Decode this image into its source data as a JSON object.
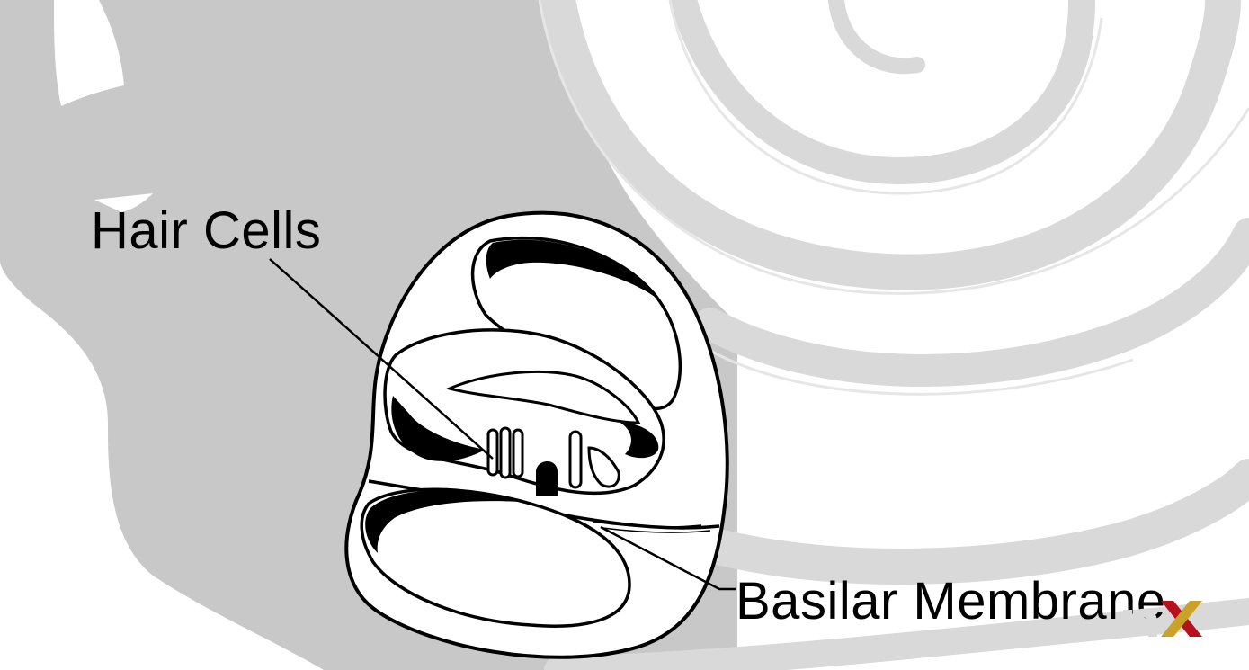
{
  "labels": {
    "hair_cells": "Hair Cells",
    "basilar_membrane": "Basilar Membrane"
  },
  "logo": {
    "name": "nx-logo",
    "colors": {
      "n": "#d9d9d9",
      "x_left": "#b5121b",
      "x_right": "#c9a227"
    }
  },
  "colors": {
    "background_silhouette": "#c8c8c8",
    "cochlea_spiral": "#dcdcdc",
    "line_art": "#000000",
    "fill": "#ffffff"
  }
}
